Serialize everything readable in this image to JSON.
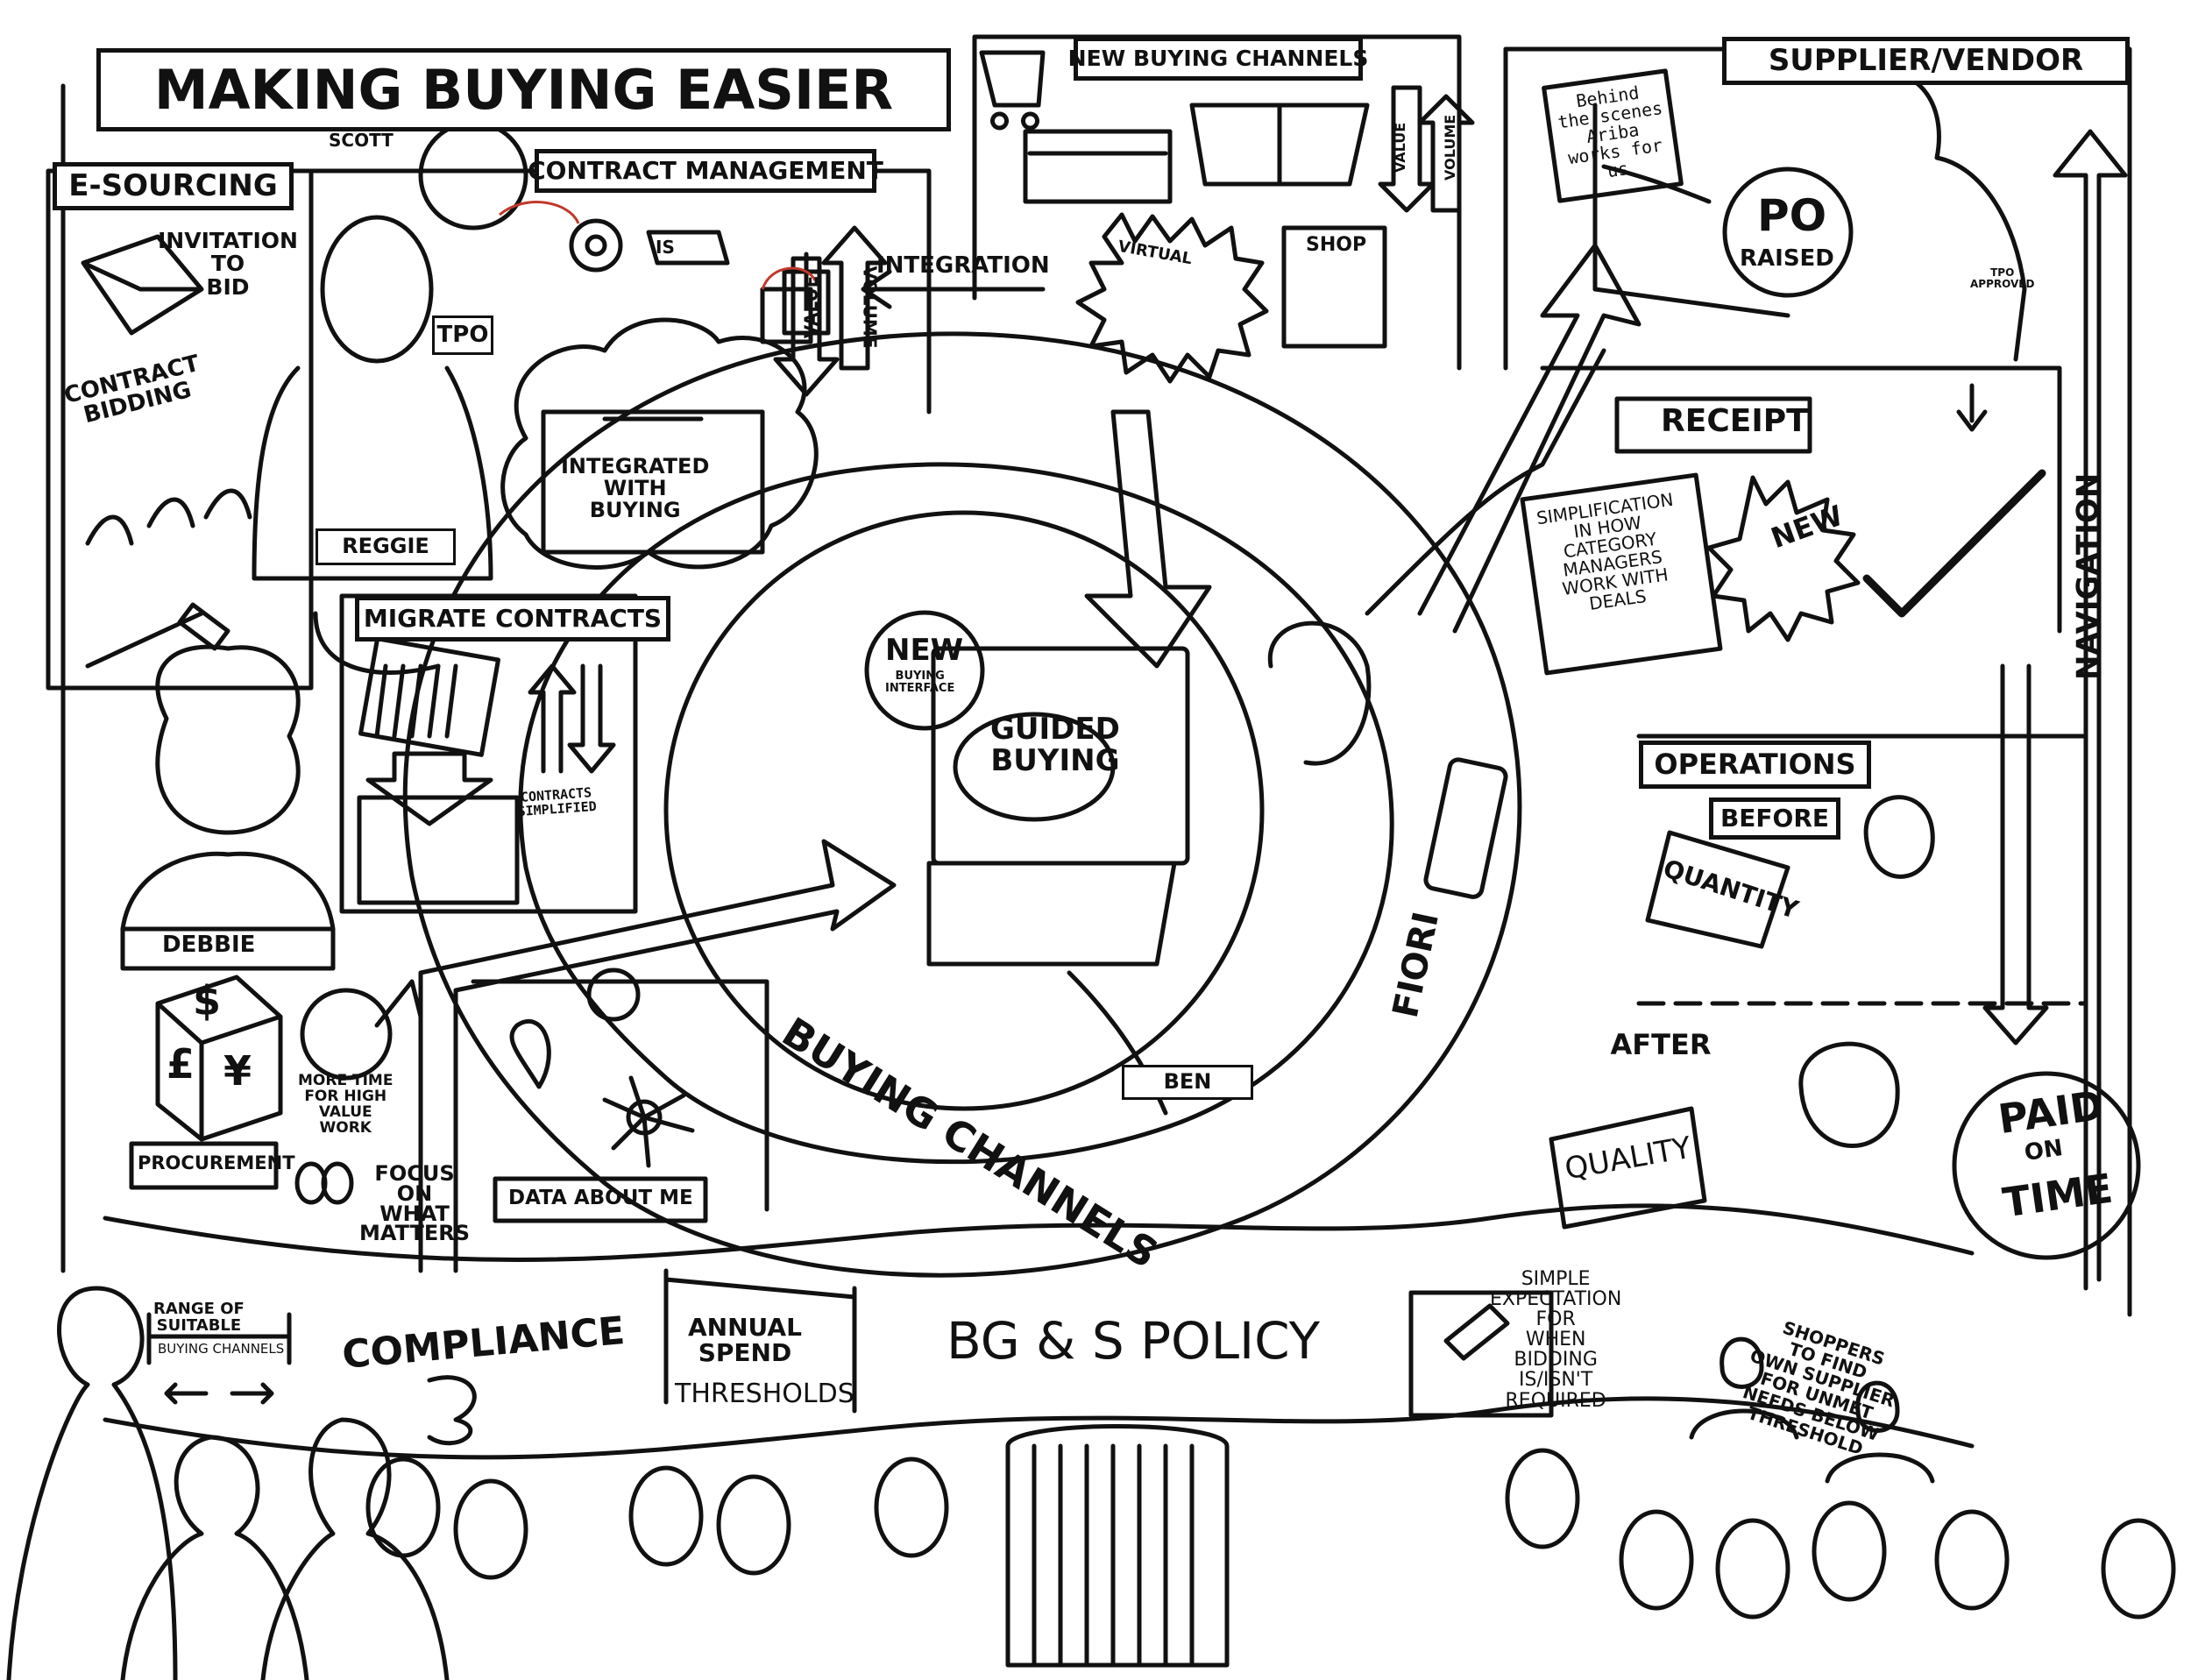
{
  "header": {
    "title": "MAKING BUYING EASIER"
  },
  "sections": {
    "e_sourcing": {
      "title": "E-SOURCING",
      "invitation": "INVITATION\nTO\nBID",
      "bidding": "CONTRACT\nBIDDING"
    },
    "contract_management": {
      "title": "CONTRACT MANAGEMENT",
      "is": "IS",
      "value": "VALUE",
      "volume": "VOLUME",
      "integrated": "INTEGRATED\nWITH\nBUYING"
    },
    "new_buying_channels": {
      "title": "NEW BUYING CHANNELS",
      "virtual": "VIRTUAL",
      "shop": "SHOP",
      "value": "VALUE",
      "volume": "VOLUME"
    },
    "integration": "INTEGRATION",
    "supplier": {
      "title": "SUPPLIER/VENDOR",
      "note": "Behind\nthe scenes\nAriba\nworks for\nus",
      "po": "PO",
      "raised": "RAISED",
      "badge": "TPO\nAPPROVED"
    },
    "receipt": {
      "title": "RECEIPT",
      "new": "NEW",
      "simplification": "SIMPLIFICATION\nIN HOW\nCATEGORY\nMANAGERS\nWORK WITH\nDEALS"
    },
    "navigation": "NAVIGATION",
    "operations": {
      "title": "OPERATIONS",
      "before": "BEFORE",
      "quantity": "QUANTITY",
      "after": "AFTER",
      "quality": "QUALITY"
    },
    "paid_on_time": {
      "paid": "PAID",
      "on": "ON",
      "time": "TIME"
    },
    "migrate_contracts": {
      "title": "MIGRATE CONTRACTS",
      "simplified": "CONTRACTS\nSIMPLIFIED"
    },
    "center": {
      "new": "NEW",
      "buying_interface": "BUYING\nINTERFACE",
      "guided_buying": "GUIDED\nBUYING",
      "fiori": "FIORI",
      "buying_channels": "BUYING CHANNELS"
    },
    "people": {
      "scott": "SCOTT",
      "tpo": "TPO",
      "reggie": "REGGIE",
      "debbie": "DEBBIE",
      "ben": "BEN"
    },
    "procurement": {
      "title": "PROCUREMENT",
      "more_time": "MORE TIME\nFOR HIGH\nVALUE\nWORK",
      "focus": "FOCUS\nON\nWHAT\nMATTERS",
      "currency": [
        "$",
        "£",
        "¥"
      ]
    },
    "data_about_me": "DATA ABOUT ME",
    "policy": {
      "title": "BG & S POLICY",
      "range": "RANGE OF\nSUITABLE",
      "channels": "BUYING CHANNELS",
      "compliance": "COMPLIANCE",
      "annual": "ANNUAL\nSPEND",
      "thresholds": "THRESHOLDS",
      "expectation": "SIMPLE\nEXPECTATION\nFOR\nWHEN\nBIDDING\nIS/ISN'T\nREQUIRED",
      "shoppers": "SHOPPERS\nTO FIND\nOWN SUPPLIER\nFOR UNMET\nNEEDS BELOW\nTHRESHOLD"
    }
  },
  "colors": {
    "ink": "#111111",
    "accent": "#c0392b",
    "paper": "#ffffff"
  }
}
